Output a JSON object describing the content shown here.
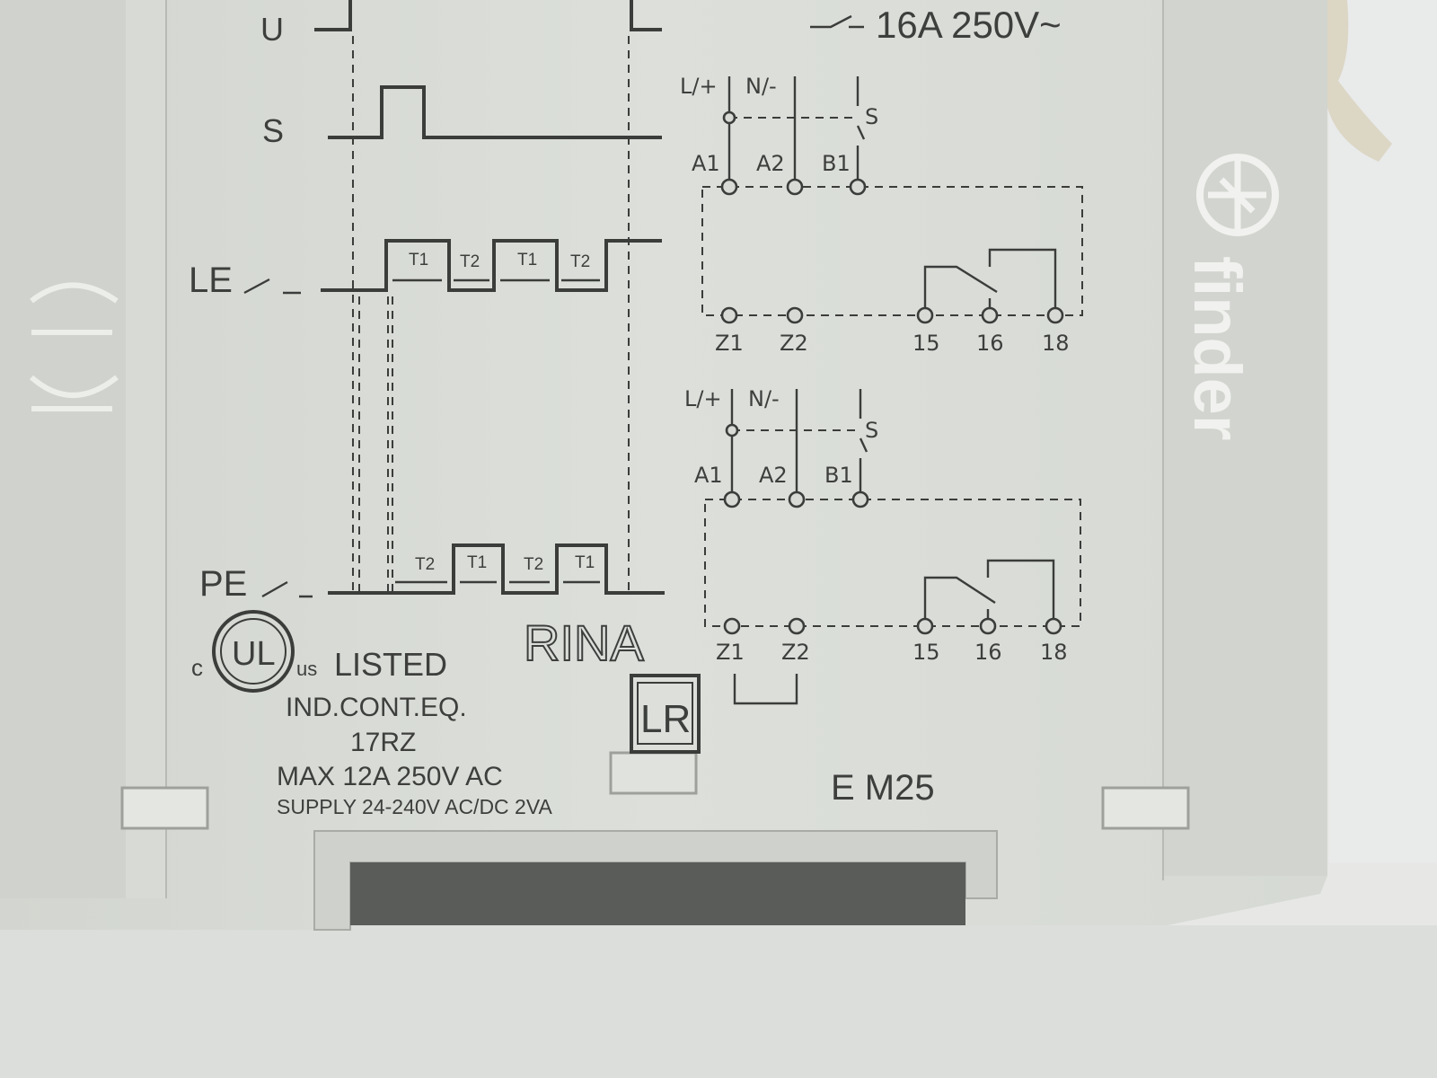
{
  "rating": "16A 250V~",
  "timing": {
    "u": "U",
    "s": "S",
    "le": "LE",
    "pe": "PE",
    "t1": "T1",
    "t2": "T2"
  },
  "wiring_top": {
    "l": "L/+",
    "n": "N/-",
    "s": "S",
    "a1": "A1",
    "a2": "A2",
    "b1": "B1",
    "z1": "Z1",
    "z2": "Z2",
    "c15": "15",
    "c16": "16",
    "c18": "18"
  },
  "wiring_bottom": {
    "l": "L/+",
    "n": "N/-",
    "s": "S",
    "a1": "A1",
    "a2": "A2",
    "b1": "B1",
    "z1": "Z1",
    "z2": "Z2",
    "c15": "15",
    "c16": "16",
    "c18": "18"
  },
  "cert": {
    "c": "c",
    "ul": "UL",
    "us": "us",
    "listed": "LISTED",
    "ind": "IND.CONT.EQ.",
    "model": "17RZ",
    "max": "MAX 12A 250V AC",
    "supply": "SUPPLY 24-240V AC/DC 2VA"
  },
  "rina": "RINA",
  "lr": "LR",
  "em": "E  M25",
  "brand": "finder"
}
